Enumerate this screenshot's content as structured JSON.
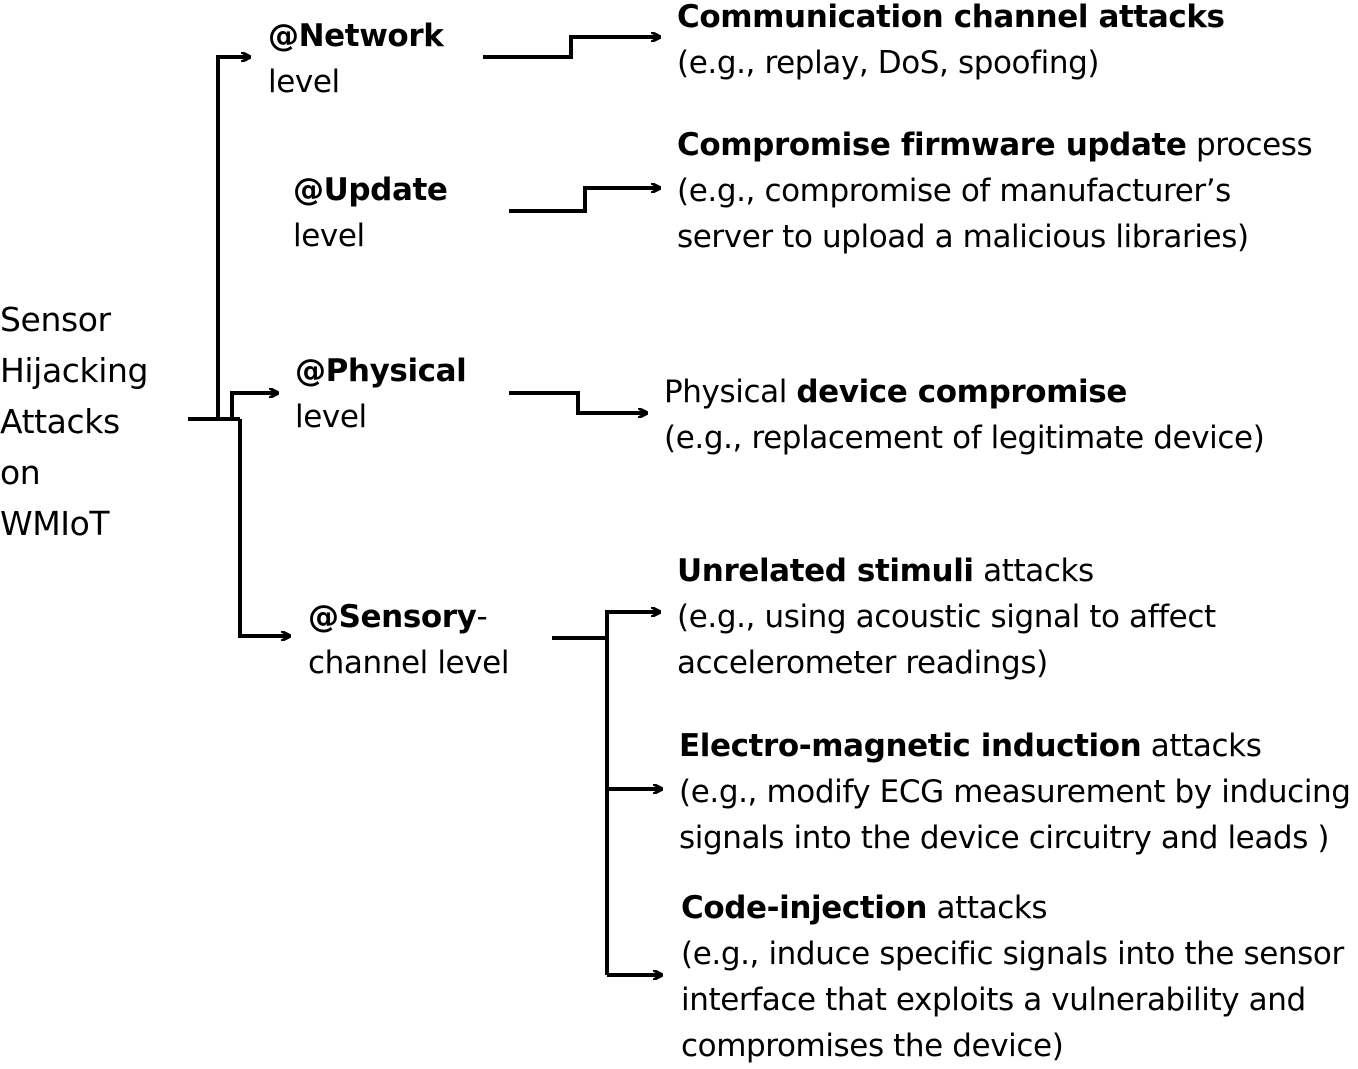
{
  "root": {
    "lines": [
      "Sensor",
      "Hijacking",
      "Attacks",
      "on",
      "WMIoT"
    ]
  },
  "levels": [
    {
      "bold": "@Network",
      "suffix": "",
      "second": "level"
    },
    {
      "bold": "@Update",
      "suffix": "",
      "second": "level"
    },
    {
      "bold": "@Physical",
      "suffix": "",
      "second": "level"
    },
    {
      "bold": "@Sensory",
      "suffix": "-",
      "second": "channel level"
    }
  ],
  "attacks": [
    {
      "pre": "",
      "bold": "Communication channel attacks",
      "post": "",
      "lines": [
        "(e.g., replay, DoS, spoofing)"
      ]
    },
    {
      "pre": "",
      "bold": "Compromise firmware update",
      "post": " process",
      "lines": [
        "(e.g., compromise of  manufacturer’s",
        "server to upload a malicious libraries)"
      ]
    },
    {
      "pre": "Physical ",
      "bold": "device compromise",
      "post": "",
      "lines": [
        "(e.g., replacement of legitimate device)"
      ]
    },
    {
      "pre": "",
      "bold": "Unrelated stimuli",
      "post": " attacks",
      "lines": [
        "(e.g., using acoustic signal to affect",
        "accelerometer readings)"
      ]
    },
    {
      "pre": "",
      "bold": "Electro-magnetic induction",
      "post": " attacks",
      "lines": [
        "(e.g., modify ECG measurement by inducing",
        "signals into the device circuitry and leads )"
      ]
    },
    {
      "pre": "",
      "bold": "Code-injection",
      "post": " attacks",
      "lines": [
        "(e.g., induce specific signals into the sensor",
        "interface that exploits a vulnerability and",
        "compromises the device)"
      ]
    }
  ]
}
